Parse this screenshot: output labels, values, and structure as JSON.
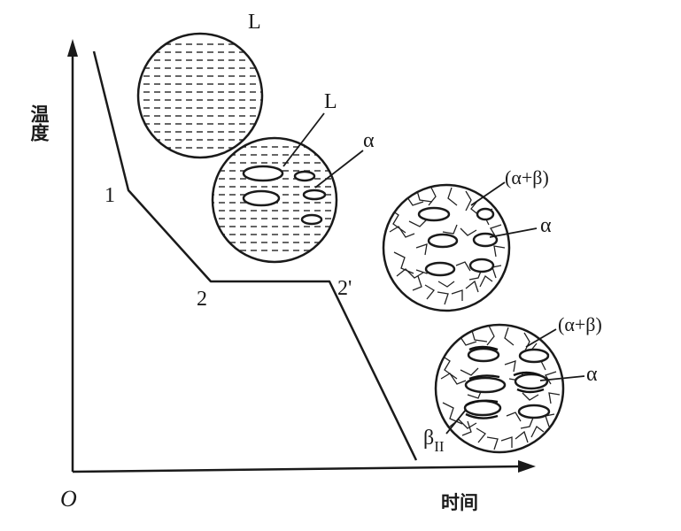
{
  "axes": {
    "y_label": "温度",
    "x_label": "时间",
    "origin": "O"
  },
  "curve_points": {
    "p1": "1",
    "p2": "2",
    "p2prime": "2'"
  },
  "circle_labels": {
    "liquid_top": "L",
    "liquid_mid": "L",
    "alpha_mid": "α",
    "eutectic_3": "(α+β)",
    "alpha_3": "α",
    "eutectic_4": "(α+β)",
    "alpha_4": "α",
    "beta_secondary": "β",
    "beta_secondary_sub": "II"
  }
}
